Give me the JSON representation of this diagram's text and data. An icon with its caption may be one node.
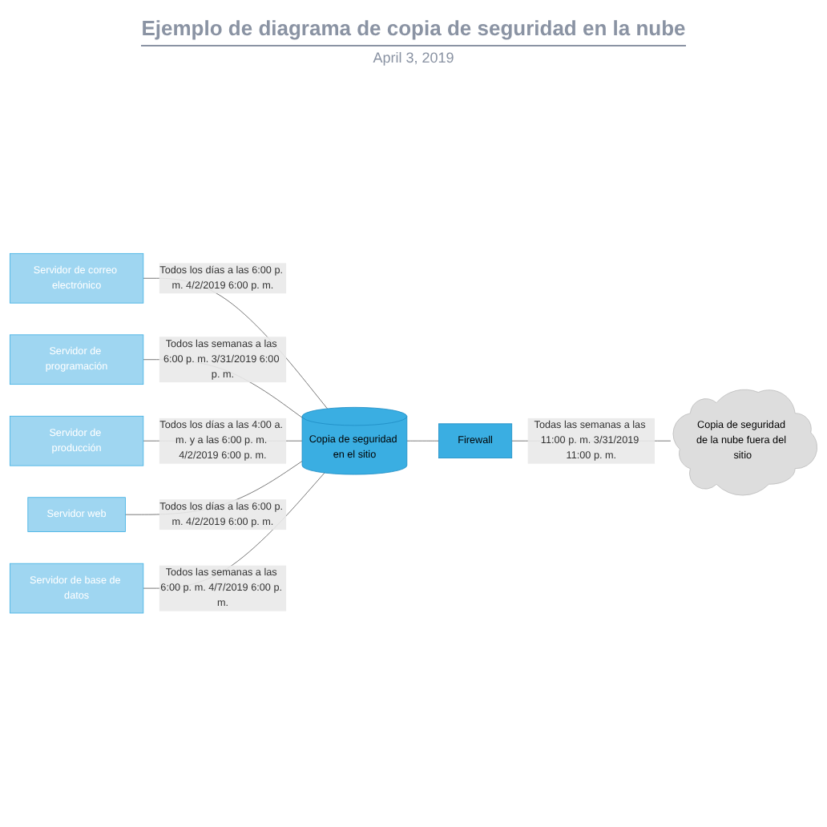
{
  "diagram": {
    "title": "Ejemplo de diagrama de copia de seguridad en la nube",
    "caption": "April 3, 2019",
    "nodes": [
      {
        "text": [
          "Servidor de correo electrónico"
        ]
      },
      {
        "text": [
          "Servidor de programación"
        ]
      },
      {
        "text": [
          "Servidor de producción"
        ]
      },
      {
        "text": [
          "Servidor web"
        ]
      },
      {
        "text": [
          "Servidor de base de datos"
        ]
      },
      {
        "text": [
          "Copia de seguridad en el sitio"
        ]
      },
      {
        "text": [
          "Firewall"
        ]
      },
      {
        "text": [
          "Copia de seguridad de la nube fuera del sitio"
        ]
      }
    ],
    "edges": [
      {
        "from": 0,
        "to": 5,
        "arrow": "none",
        "label": "Todos los días a las 6:00 p. m. 4/2/2019 6:00 p. m."
      },
      {
        "from": 1,
        "to": 5,
        "arrow": "none",
        "label": "Todos las semanas a las 6:00 p. m. 3/31/2019 6:00 p. m."
      },
      {
        "from": 2,
        "to": 5,
        "arrow": "none",
        "label": "Todos los días a las 4:00 a. m. y a las 6:00 p. m. 4/2/2019 6:00 p. m."
      },
      {
        "from": 3,
        "to": 5,
        "arrow": "none",
        "label": "Todos los días a las 6:00 p. m. 4/2/2019 6:00 p. m."
      },
      {
        "from": 4,
        "to": 5,
        "arrow": "none",
        "label": "Todos las semanas a las 6:00 p. m. 4/7/2019 6:00 p. m."
      },
      {
        "from": 5,
        "to": 6,
        "arrow": "none"
      },
      {
        "from": 6,
        "to": 7,
        "arrow": "none",
        "label": "Todas las semanas a las 11:00 p. m. 3/31/2019 11:00 p. m."
      }
    ]
  }
}
